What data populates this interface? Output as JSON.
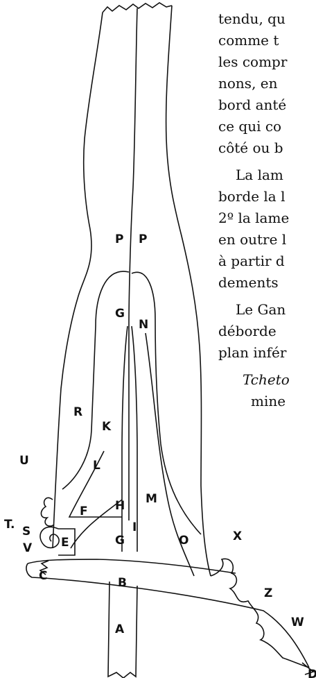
{
  "text_lines": [
    "tendu, qu",
    "comme t",
    "les compr",
    "nons, en",
    "bord anté",
    "ce qui co",
    "côté ou b",
    "La lam",
    "borde la l",
    "2º la lame",
    "en outre l",
    "à partir d",
    "dements",
    "Le Gan",
    "déborde",
    "plan infér",
    "Tcheto",
    "mine"
  ],
  "figure_labels": [
    "P",
    "P",
    "G",
    "N",
    "R",
    "K",
    "U",
    "L",
    "H",
    "M",
    "T",
    "S",
    "F",
    "I",
    "X",
    "V",
    "E",
    "G",
    "O",
    "C",
    "B",
    "Z",
    "W",
    "A",
    "D"
  ]
}
